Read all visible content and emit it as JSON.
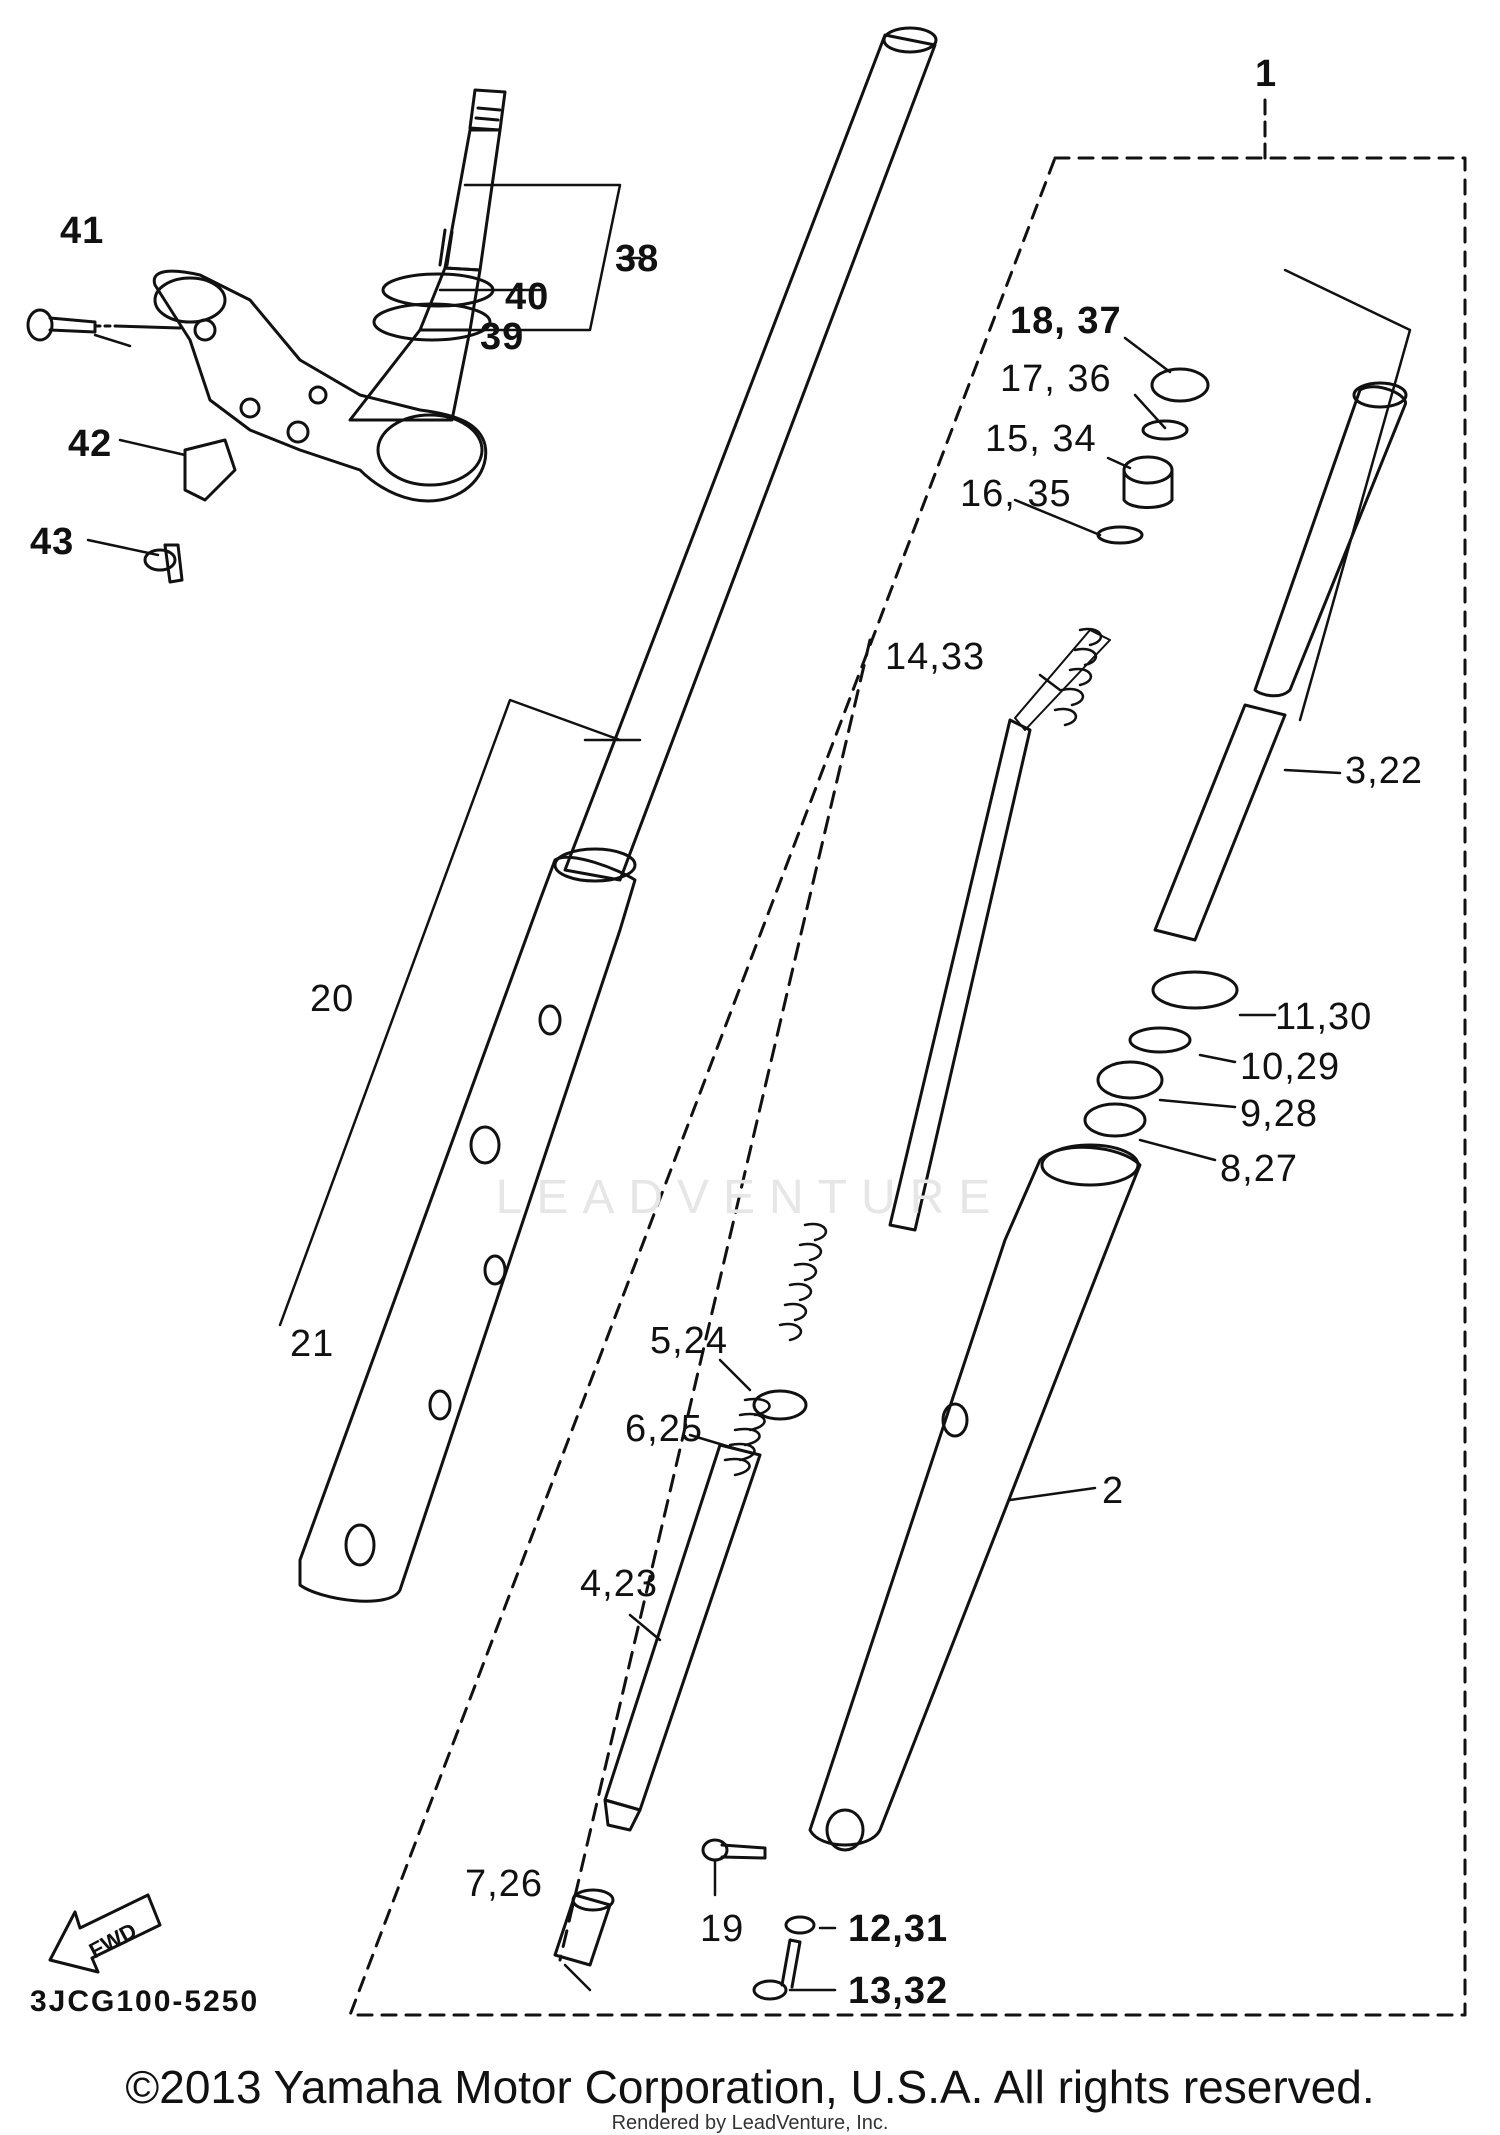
{
  "diagram": {
    "code": "3JCG100-5250",
    "fwd_label": "FWD",
    "watermark": "LEADVENTURE",
    "copyright": "©2013 Yamaha Motor Corporation, U.S.A. All rights reserved.",
    "rendered_by": "Rendered by LeadVenture, Inc."
  },
  "callouts": {
    "c1": "1",
    "c2": "2",
    "c3_22": "3,22",
    "c4_23": "4,23",
    "c5_24": "5,24",
    "c6_25": "6,25",
    "c7_26": "7,26",
    "c8_27": "8,27",
    "c9_28": "9,28",
    "c10_29": "10,29",
    "c11_30": "11,30",
    "c12_31": "12,31",
    "c13_32": "13,32",
    "c14_33": "14,33",
    "c15_34": "15, 34",
    "c16_35": "16, 35",
    "c17_36": "17, 36",
    "c18_37": "18, 37",
    "c19": "19",
    "c20": "20",
    "c21": "21",
    "c38": "38",
    "c39": "39",
    "c40": "40",
    "c41": "41",
    "c42": "42",
    "c43": "43"
  }
}
